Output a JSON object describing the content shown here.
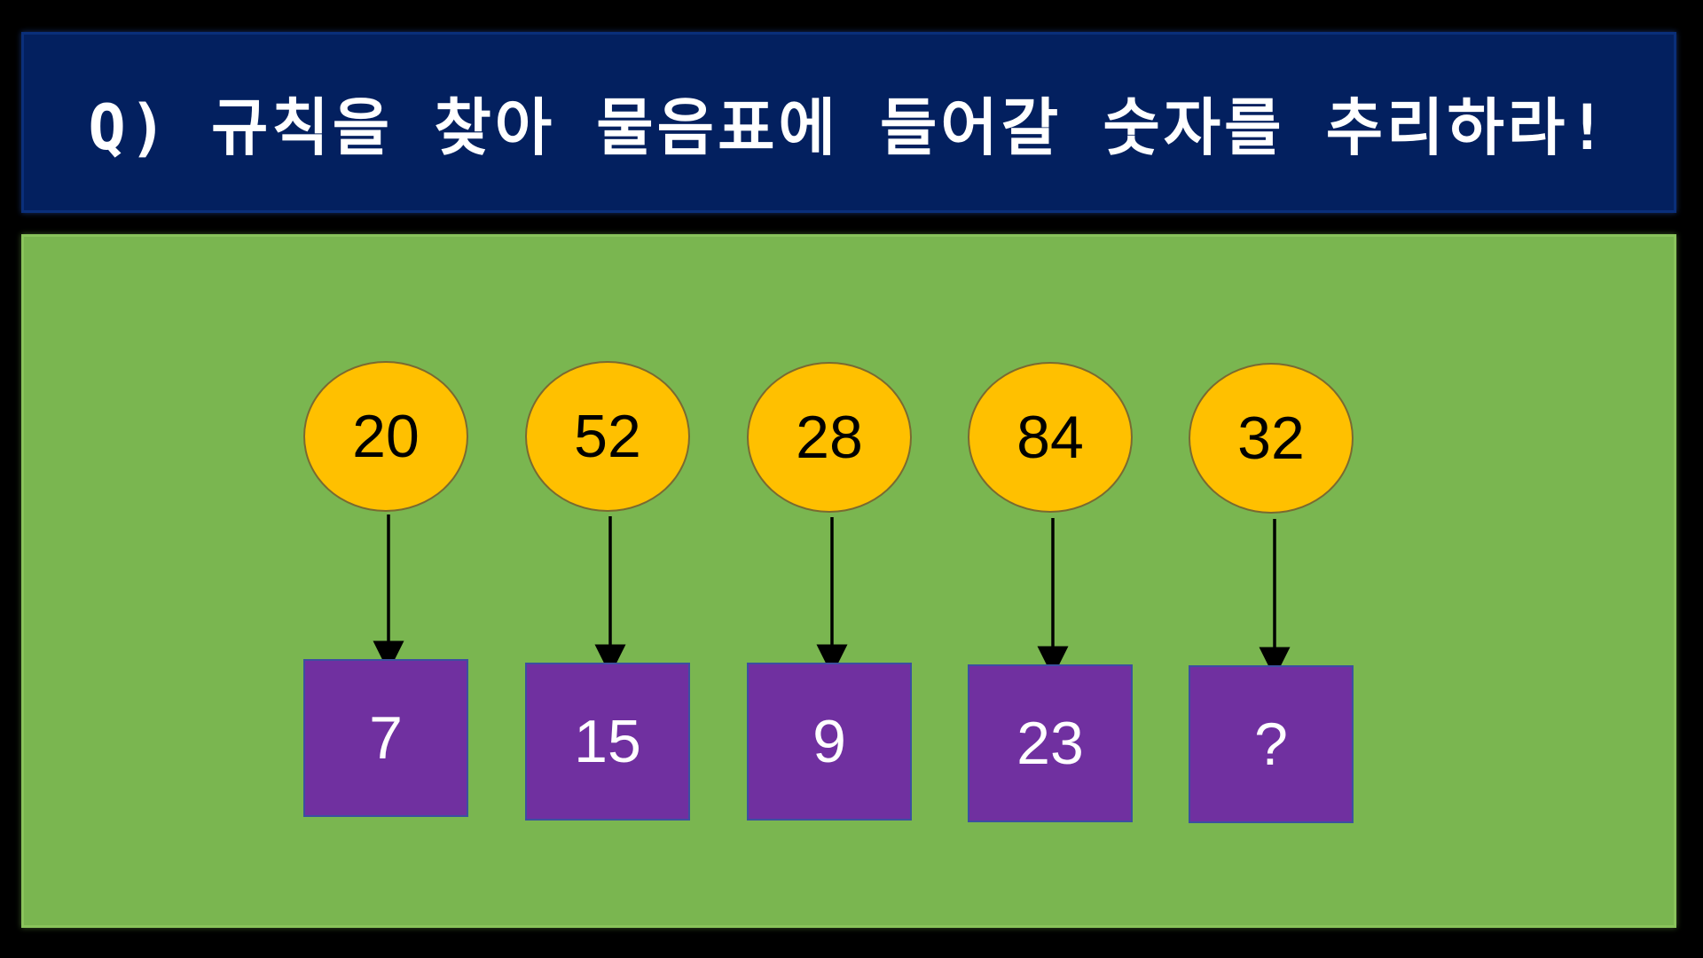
{
  "header": {
    "title": "Q) 규칙을 찾아 물음표에 들어갈 숫자를 추리하라!"
  },
  "colors": {
    "header_bg": "#03205f",
    "board_bg": "#7ab650",
    "circle_fill": "#ffc000",
    "square_fill": "#7030a0"
  },
  "puzzle": {
    "pairs": [
      {
        "top": "20",
        "bottom": "7"
      },
      {
        "top": "52",
        "bottom": "15"
      },
      {
        "top": "28",
        "bottom": "9"
      },
      {
        "top": "84",
        "bottom": "23"
      },
      {
        "top": "32",
        "bottom": "?"
      }
    ]
  }
}
